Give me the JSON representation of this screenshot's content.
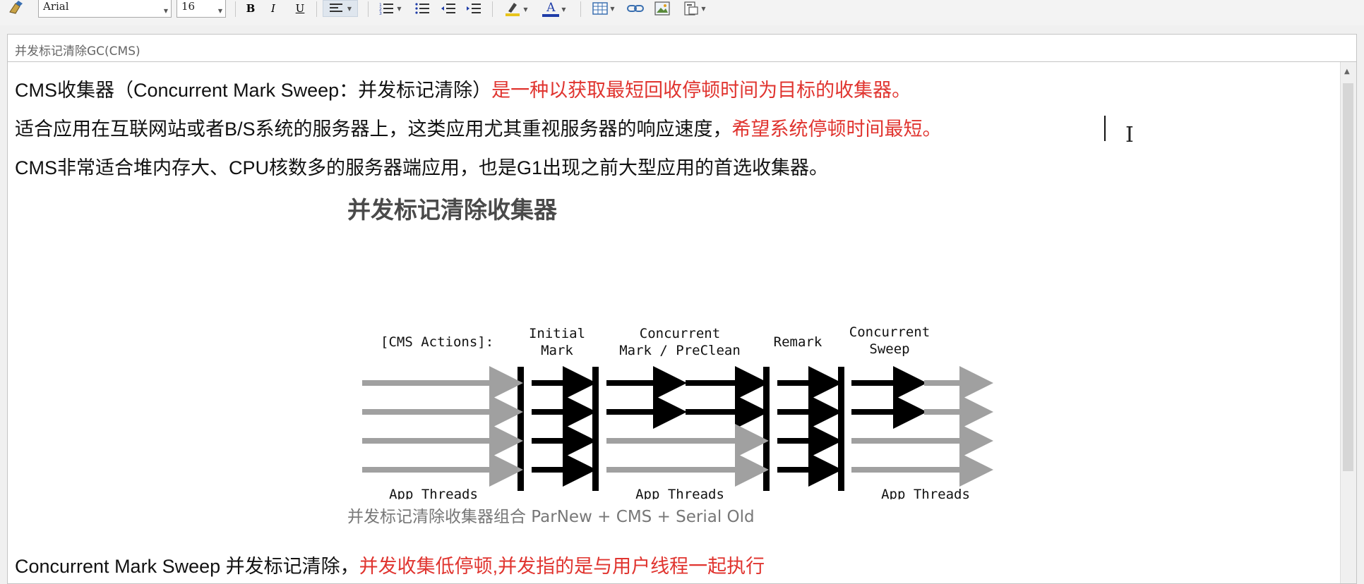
{
  "toolbar": {
    "font_name": "Arial",
    "font_size": "16",
    "bold_label": "B",
    "italic_label": "I",
    "underline_label": "U",
    "text_color_label": "A",
    "icons": [
      "eraser-icon",
      "bold-icon",
      "italic-icon",
      "underline-icon",
      "align-left-icon",
      "ordered-list-icon",
      "unordered-list-icon",
      "outdent-icon",
      "indent-icon",
      "highlight-color-icon",
      "font-color-icon",
      "table-icon",
      "link-icon",
      "image-icon",
      "template-icon"
    ],
    "highlight_color": "#e8c41c",
    "font_color": "#1f3da8"
  },
  "subject": "并发标记清除GC(CMS)",
  "body": {
    "line1_black": "CMS收集器（Concurrent Mark Sweep：并发标记清除）",
    "line1_red": "是一种以获取最短回收停顿时间为目标的收集器。",
    "line2_black": "适合应用在互联网站或者B/S系统的服务器上，这类应用尤其重视服务器的响应速度，",
    "line2_red": "希望系统停顿时间最短。",
    "line3": "CMS非常适合堆内存大、CPU核数多的服务器端应用，也是G1出现之前大型应用的首选收集器。",
    "line4_black": "Concurrent Mark Sweep 并发标记清除，",
    "line4_red": "并发收集低停顿,并发指的是与用户线程一起执行"
  },
  "figure": {
    "title": "并发标记清除收集器",
    "caption": "并发标记清除收集器组合 ParNew + CMS + Serial Old",
    "actions_label": "[CMS Actions]:",
    "phase1_a": "Initial",
    "phase1_b": "Mark",
    "phase2_a": "Concurrent",
    "phase2_b": "Mark / PreClean",
    "phase3": "Remark",
    "phase4_a": "Concurrent",
    "phase4_b": "Sweep",
    "threads_label": "App Threads"
  },
  "colors": {
    "red": "#e0342f",
    "gray_arrow": "#a0a0a0",
    "black_arrow": "#000000"
  }
}
